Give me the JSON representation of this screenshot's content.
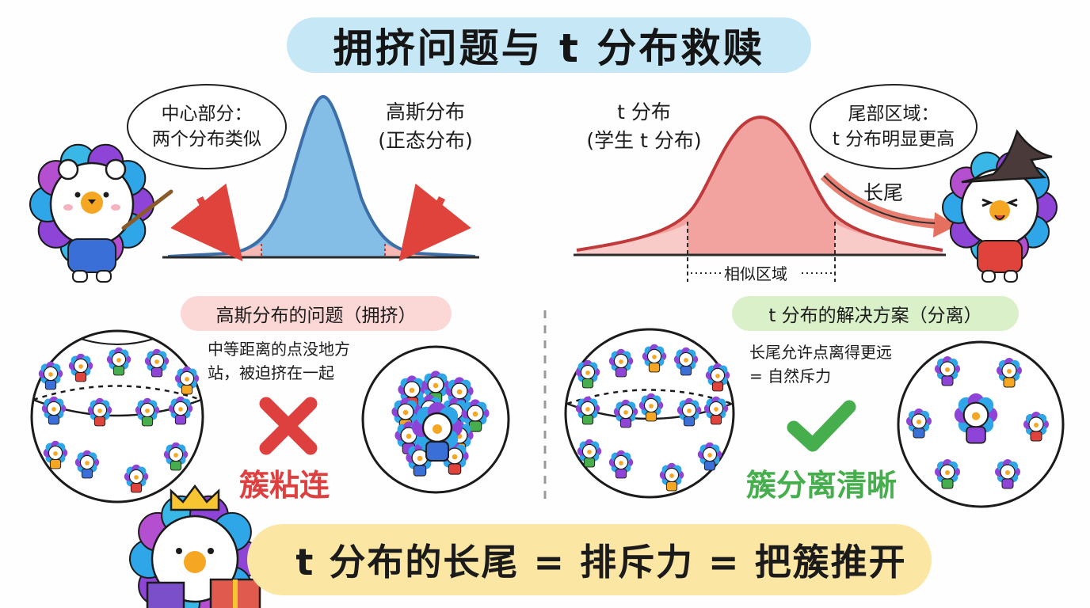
{
  "title": "拥挤问题与 t 分布救赎",
  "left_bubble": {
    "line1": "中心部分：",
    "line2": "两个分布类似"
  },
  "right_bubble": {
    "line1": "尾部区域：",
    "line2": "t 分布明显更高"
  },
  "gaussian_label": {
    "line1": "高斯分布",
    "line2": "(正态分布)"
  },
  "t_label": {
    "line1": "t 分布",
    "line2": "(学生 t 分布)"
  },
  "long_tail_label": "长尾",
  "similar_region_label": "相似区域",
  "problem": {
    "pill": "高斯分布的问题（拥挤）",
    "note_line1": "中等距离的点没地方",
    "note_line2": "站，被迫挤在一起",
    "verdict": "簇粘连"
  },
  "solution": {
    "pill": "t 分布的解决方案（分离）",
    "note_line1": "长尾允许点离得更远",
    "note_line2": "= 自然斥力",
    "verdict": "簇分离清晰"
  },
  "conclusion": "t 分布的长尾 = 排斥力 = 把簇推开",
  "colors": {
    "title_bg": "#c6e7f6",
    "gaussian_fill": "#7dbbe6",
    "gaussian_stroke": "#3c6fa8",
    "t_fill": "#f2a3a0",
    "t_stroke": "#c0393b",
    "cross": "#de4040",
    "check": "#46ae4c",
    "problem_pill": "#fbd8d5",
    "solution_pill": "#d9f0c9",
    "bottom_pill": "#fbe7a3"
  }
}
